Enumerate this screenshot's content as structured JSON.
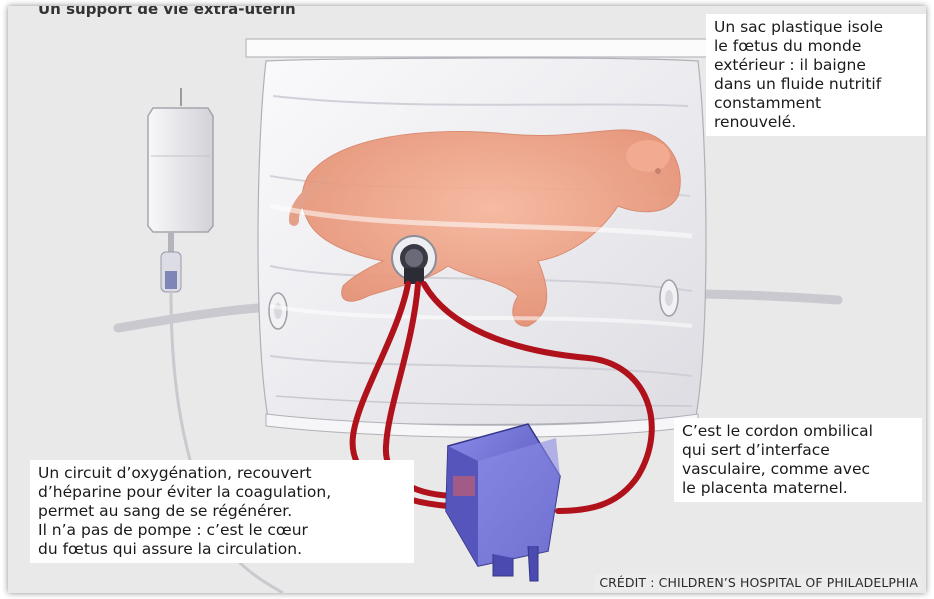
{
  "title": "Un support de vie extra-utérin",
  "labels": {
    "plastic_bag": "Un sac plastique isole\nle fœtus du monde\nextérieur : il baigne\ndans un fluide nutritif\nconstamment\nrenouvelé.",
    "umbilical_cord": "C’est le cordon ombilical\nqui sert d’interface\nvasculaire, comme avec\nle placenta maternel.",
    "oxygenation_circuit": "Un circuit d’oxygénation, recouvert\nd’héparine pour éviter la coagulation,\npermet au sang de se régénérer.\nIl n’a pas de pompe : c’est le cœur\ndu fœtus qui assure la circulation."
  },
  "credit": "CRÉDIT : CHILDREN’S HOSPITAL OF PHILADELPHIA",
  "colors": {
    "background": "#e9e9e9",
    "blood_tube": "#b0121c",
    "oxygenator": "#6f6fd4",
    "fetus": "#f0a88c",
    "bag": "#f4f4f6"
  }
}
